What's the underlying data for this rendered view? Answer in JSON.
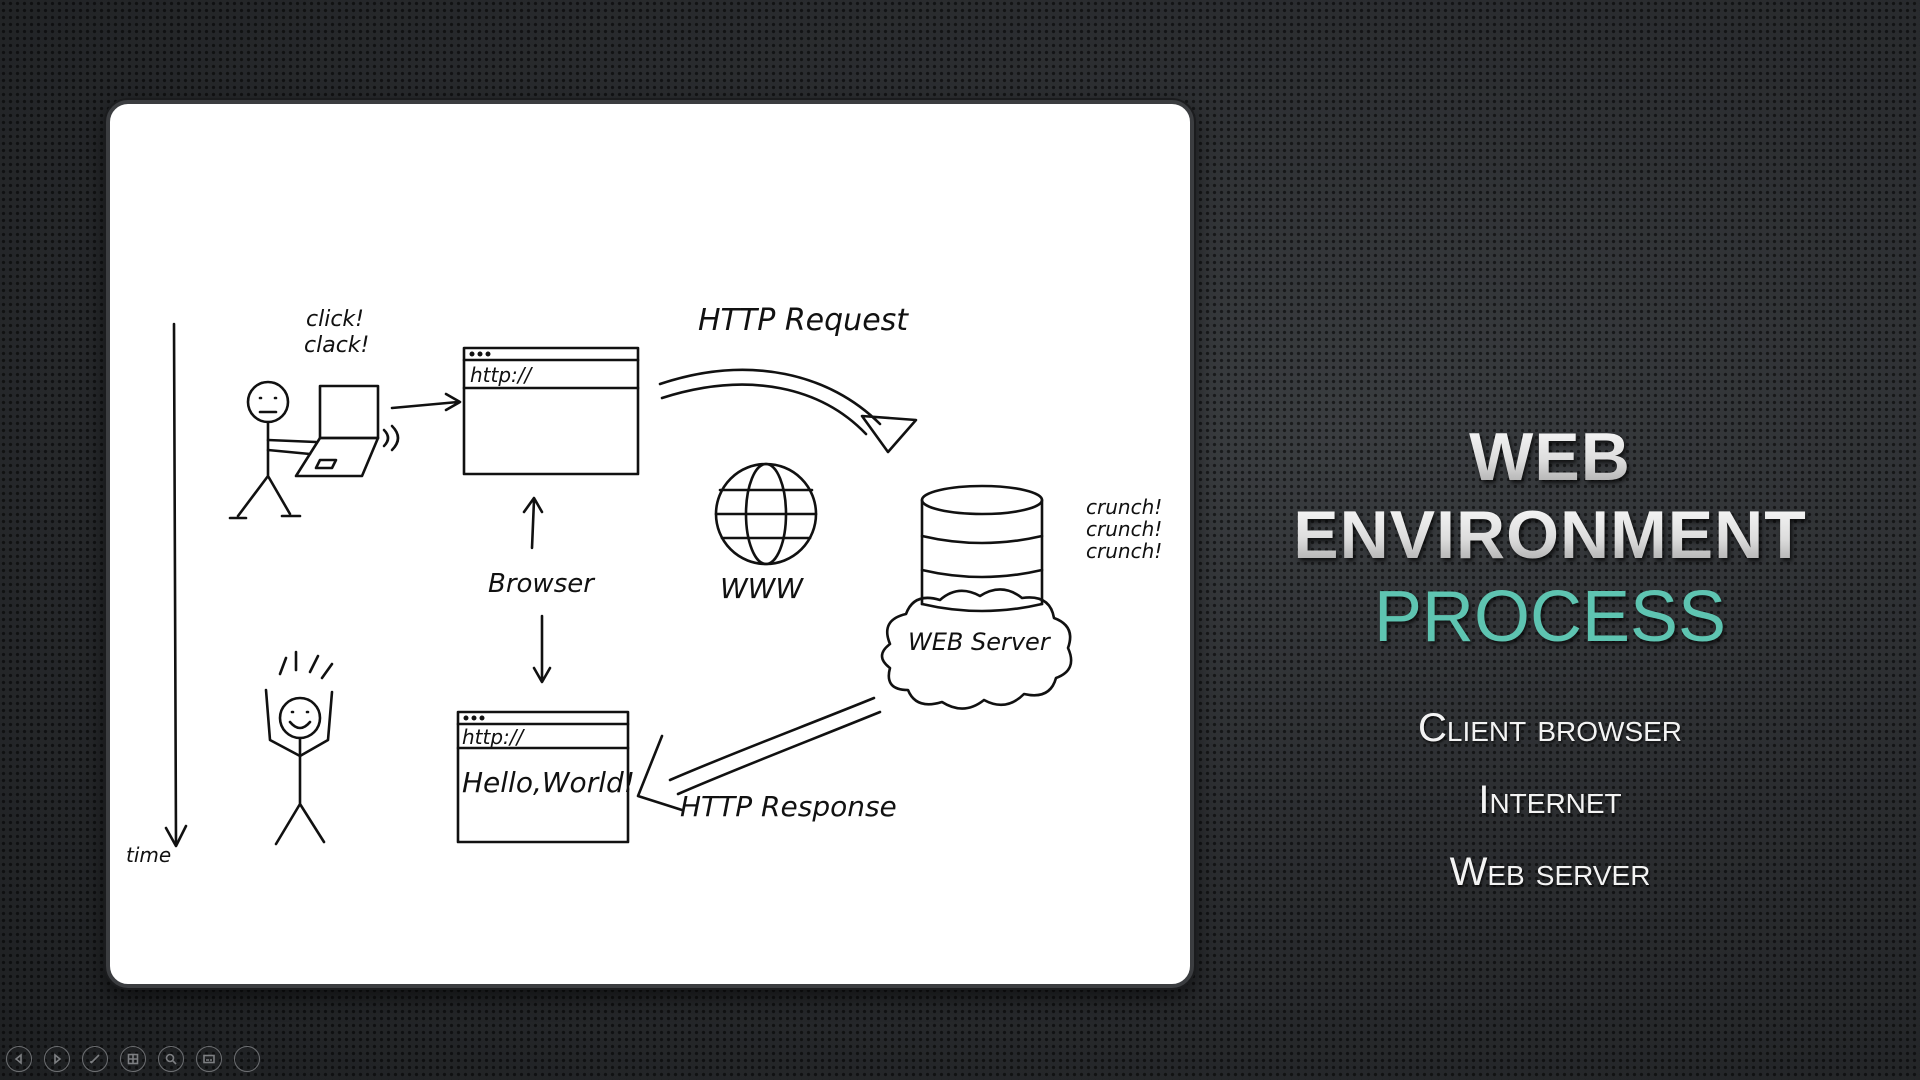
{
  "slide": {
    "title_line1": "WEB",
    "title_line2": "ENVIRONMENT",
    "title_accent": "PROCESS",
    "bullets": [
      "Client browser",
      "Internet",
      "Web server"
    ],
    "accent_color": "#5ec4b1"
  },
  "sketch": {
    "click_clack": [
      "click!",
      "clack!"
    ],
    "url_top": "http://",
    "url_bottom": "http://",
    "http_request": "HTTP Request",
    "http_response": "HTTP Response",
    "browser": "Browser",
    "www": "WWW",
    "web_server": "WEB Server",
    "crunch": [
      "crunch!",
      "crunch!",
      "crunch!"
    ],
    "hello_world": "Hello,World!",
    "time": "time"
  },
  "toolbar": {
    "icons": [
      "previous-icon",
      "next-icon",
      "pen-icon",
      "slides-grid-icon",
      "zoom-icon",
      "subtitles-icon",
      "more-options-icon"
    ]
  }
}
